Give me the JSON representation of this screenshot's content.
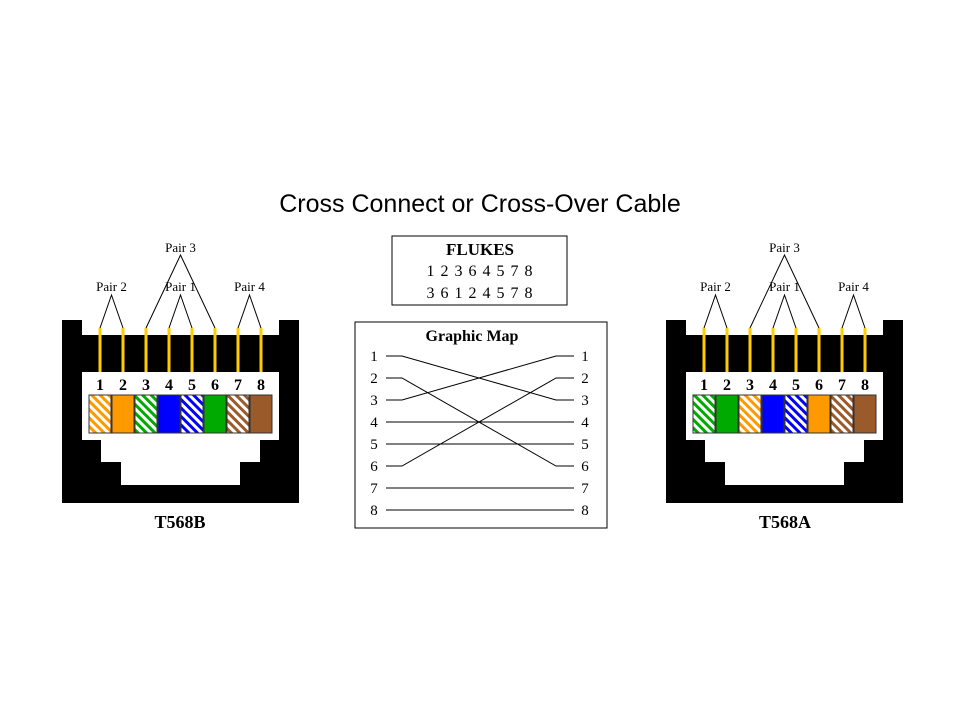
{
  "title": "Cross Connect or Cross-Over Cable",
  "colors": {
    "orange": "#ff9900",
    "green": "#00aa00",
    "blue": "#0000ff",
    "brown": "#9a5a2a",
    "wire": "#ffcc00"
  },
  "left_connector": {
    "label": "T568B",
    "pair_labels": {
      "pair2": "Pair 2",
      "pair3": "Pair 3",
      "pair1": "Pair 1",
      "pair4": "Pair 4"
    },
    "pins": [
      "1",
      "2",
      "3",
      "4",
      "5",
      "6",
      "7",
      "8"
    ],
    "wires": [
      {
        "color": "orange",
        "striped": true
      },
      {
        "color": "orange",
        "striped": false
      },
      {
        "color": "green",
        "striped": true
      },
      {
        "color": "blue",
        "striped": false
      },
      {
        "color": "blue",
        "striped": true
      },
      {
        "color": "green",
        "striped": false
      },
      {
        "color": "brown",
        "striped": true
      },
      {
        "color": "brown",
        "striped": false
      }
    ]
  },
  "right_connector": {
    "label": "T568A",
    "pair_labels": {
      "pair2": "Pair 2",
      "pair3": "Pair 3",
      "pair1": "Pair 1",
      "pair4": "Pair 4"
    },
    "pins": [
      "1",
      "2",
      "3",
      "4",
      "5",
      "6",
      "7",
      "8"
    ],
    "wires": [
      {
        "color": "green",
        "striped": true
      },
      {
        "color": "green",
        "striped": false
      },
      {
        "color": "orange",
        "striped": true
      },
      {
        "color": "blue",
        "striped": false
      },
      {
        "color": "blue",
        "striped": true
      },
      {
        "color": "orange",
        "striped": false
      },
      {
        "color": "brown",
        "striped": true
      },
      {
        "color": "brown",
        "striped": false
      }
    ]
  },
  "flukes": {
    "title": "FLUKES",
    "row1": "1 2 3 6 4 5 7 8",
    "row2": "3 6 1 2 4 5 7 8"
  },
  "graphic_map": {
    "title": "Graphic Map",
    "left_pins": [
      "1",
      "2",
      "3",
      "4",
      "5",
      "6",
      "7",
      "8"
    ],
    "right_pins": [
      "1",
      "2",
      "3",
      "4",
      "5",
      "6",
      "7",
      "8"
    ],
    "connections": [
      [
        1,
        3
      ],
      [
        2,
        6
      ],
      [
        3,
        1
      ],
      [
        4,
        4
      ],
      [
        5,
        5
      ],
      [
        6,
        2
      ],
      [
        7,
        7
      ],
      [
        8,
        8
      ]
    ]
  }
}
